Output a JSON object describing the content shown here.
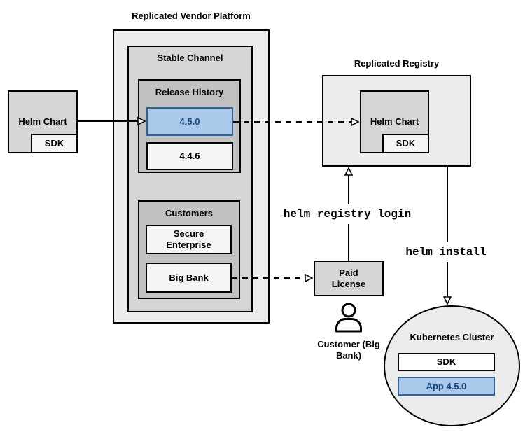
{
  "vendor_platform": {
    "title": "Replicated Vendor Platform"
  },
  "stable_channel": {
    "title": "Stable Channel"
  },
  "release_history": {
    "title": "Release History",
    "releases": [
      "4.5.0",
      "4.4.6"
    ],
    "highlighted_release": "4.5.0"
  },
  "customers": {
    "title": "Customers",
    "items": [
      "Secure Enterprise",
      "Big Bank"
    ]
  },
  "source_helm_chart": {
    "label": "Helm Chart",
    "sdk": "SDK"
  },
  "registry": {
    "title": "Replicated Registry",
    "helm_chart": "Helm Chart",
    "sdk": "SDK"
  },
  "license": {
    "label": "Paid License"
  },
  "customer_actor": {
    "label": "Customer (Big Bank)",
    "icon": "person-icon"
  },
  "cluster": {
    "title": "Kubernetes Cluster",
    "sdk": "SDK",
    "app": "App 4.5.0"
  },
  "commands": {
    "login": "helm registry login",
    "install": "helm install"
  },
  "colors": {
    "highlight_fill": "#aac9ea",
    "highlight_stroke": "#2e6499",
    "highlight_text": "#17477a",
    "outer_fill": "#ececec",
    "mid_fill": "#d6d6d6",
    "inner_fill": "#c2c2c2",
    "item_fill": "#f5f5f5",
    "line_color": "#000000"
  }
}
